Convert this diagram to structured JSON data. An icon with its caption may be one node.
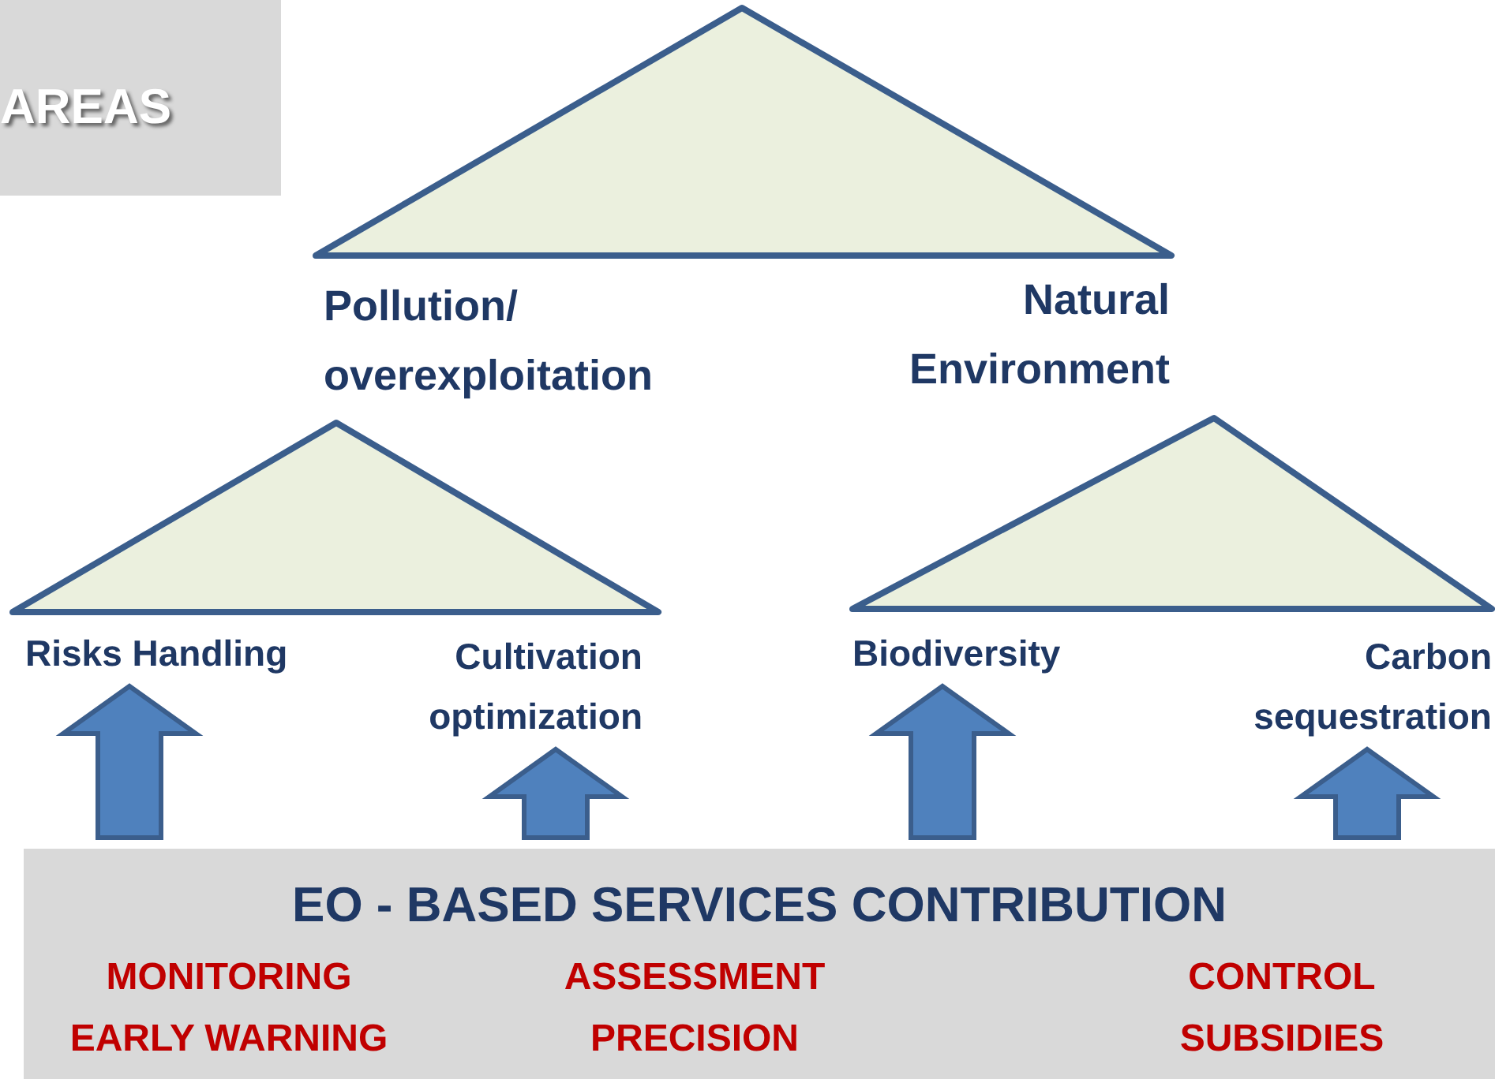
{
  "diagram": {
    "nodes": [
      {
        "text": [
          "AREAS"
        ]
      },
      {
        "text": [],
        "shape": "triangle"
      },
      {
        "text": [],
        "shape": "triangle"
      },
      {
        "text": [],
        "shape": "triangle"
      },
      {
        "text": [
          "Risks Handling"
        ]
      },
      {
        "text": [
          "Cultivation optimization"
        ]
      },
      {
        "text": [
          "Biodiversity"
        ]
      },
      {
        "text": [
          "Carbon sequestration"
        ]
      },
      {
        "text": [
          "EO - BASED SERVICES CONTRIBUTION",
          "MONITORING EARLY WARNING",
          "ASSESSMENT PRECISION",
          "CONTROL SUBSIDIES"
        ]
      }
    ],
    "edges": [
      {
        "from": 8,
        "to": 4,
        "arrow": "to",
        "style": "thick"
      },
      {
        "from": 8,
        "to": 5,
        "arrow": "to",
        "style": "thick"
      },
      {
        "from": 8,
        "to": 6,
        "arrow": "to",
        "style": "thick"
      },
      {
        "from": 8,
        "to": 7,
        "arrow": "to",
        "style": "thick"
      }
    ],
    "labels": [
      "Pollution/ overexploitation",
      "Natural Environment"
    ]
  }
}
